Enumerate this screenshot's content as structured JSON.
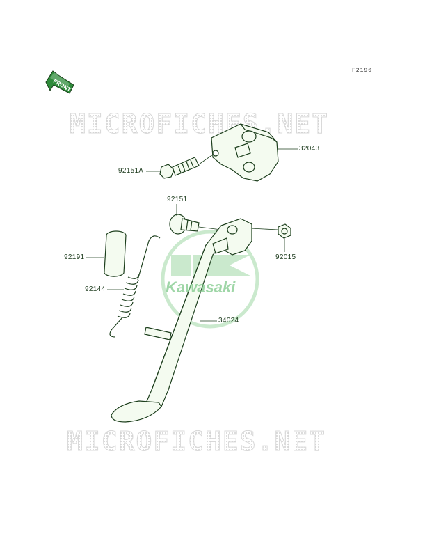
{
  "figure_id": "F2190",
  "front_arrow_label": "FRONT",
  "watermarks": [
    "MICROFICHES.NET",
    "MICROFICHES.NET"
  ],
  "brand": "Kawasaki",
  "colors": {
    "line": "#1d3f1d",
    "fill": "#f4fbf0",
    "arrow_fill": "#2e8b3a",
    "logo": "#9fd8a6",
    "watermark": "#d0d0d0"
  },
  "parts": [
    {
      "code": "32043"
    },
    {
      "code": "92151A"
    },
    {
      "code": "92151"
    },
    {
      "code": "92191"
    },
    {
      "code": "92015"
    },
    {
      "code": "92144"
    },
    {
      "code": "34024"
    }
  ]
}
